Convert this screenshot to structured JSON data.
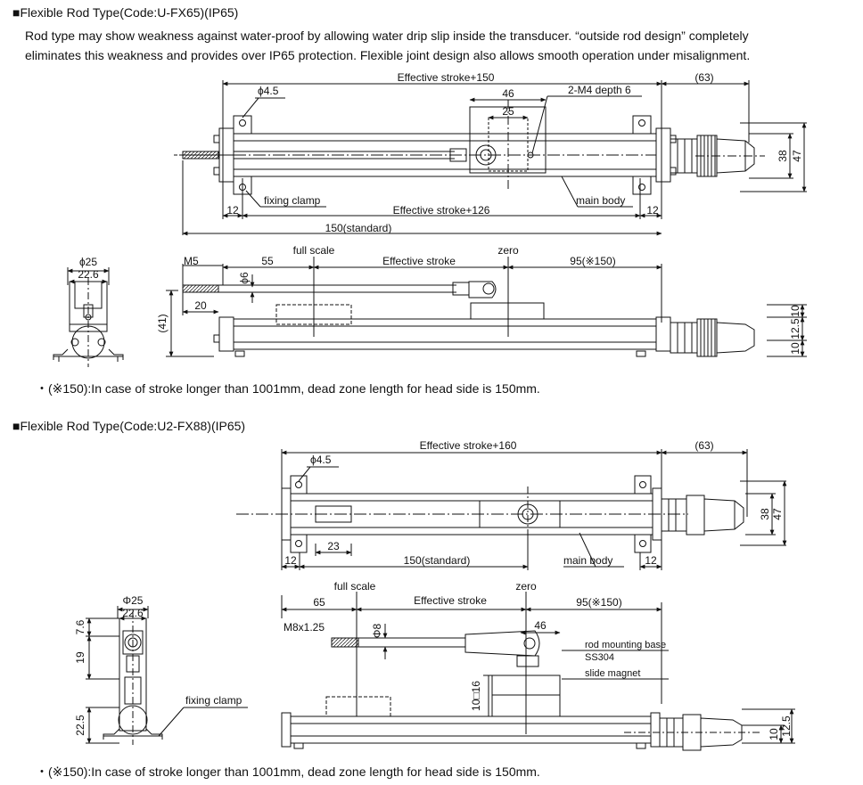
{
  "section1": {
    "heading": "■Flexible Rod Type(Code:U-FX65)(IP65)",
    "desc1": "Rod type may show weakness against water-proof by allowing water drip slip inside the transducer. “outside rod design” completely",
    "desc2": "eliminates this weakness and provides over IP65 protection. Flexible joint design also allows smooth operation under misalignment.",
    "note": "・(※150):In case of stroke longer than 1001mm, dead zone length for head side is 150mm.",
    "top": {
      "eff_stroke_150": "Effective stroke+150",
      "dim_63": "(63)",
      "phi45": "ϕ4.5",
      "dim_46": "46",
      "dim_25": "25",
      "m4": "2-M4 depth 6",
      "dim_38": "38",
      "dim_47": "47",
      "fixing_clamp": "fixing clamp",
      "main_body": "main body",
      "dim_12a": "12",
      "dim_12b": "12",
      "eff_stroke_126": "Effective stroke+126",
      "standard": "150(standard)"
    },
    "side": {
      "phi25": "ϕ25",
      "dim_226": "22.6",
      "m5": "M5",
      "dim_55": "55",
      "full_scale": "full scale",
      "eff_stroke": "Effective stroke",
      "zero": "zero",
      "dim_95": "95(※150)",
      "phi6": "ϕ6",
      "dim_20": "20",
      "dim_41": "(41)",
      "dim_10a": "10",
      "dim_125": "12.5",
      "dim_10b": "10"
    }
  },
  "section2": {
    "heading": "■Flexible Rod Type(Code:U2-FX88)(IP65)",
    "note": "・(※150):In case of stroke longer than 1001mm, dead zone length for head side is 150mm.",
    "top": {
      "eff_stroke_160": "Effective stroke+160",
      "dim_63": "(63)",
      "phi45": "ϕ4.5",
      "dim_38": "38",
      "dim_47": "47",
      "dim_23": "23",
      "dim_12a": "12",
      "standard": "150(standard)",
      "main_body": "main body",
      "dim_12b": "12"
    },
    "side": {
      "phi25": "Φ25",
      "dim_226": "22.6",
      "dim_76": "7.6",
      "dim_19": "19",
      "dim_225": "22.5",
      "fixing_clamp": "fixing clamp",
      "full_scale": "full scale",
      "zero": "zero",
      "dim_65": "65",
      "eff_stroke": "Effective stroke",
      "dim_95": "95(※150)",
      "m8": "M8x1.25",
      "phi8": "Φ8",
      "dim_46": "46",
      "base1": "rod mounting base",
      "base2": "SS304",
      "slide_magnet": "slide magnet",
      "sq16": "10□16",
      "dim_10": "10",
      "dim_125": "12.5"
    }
  }
}
